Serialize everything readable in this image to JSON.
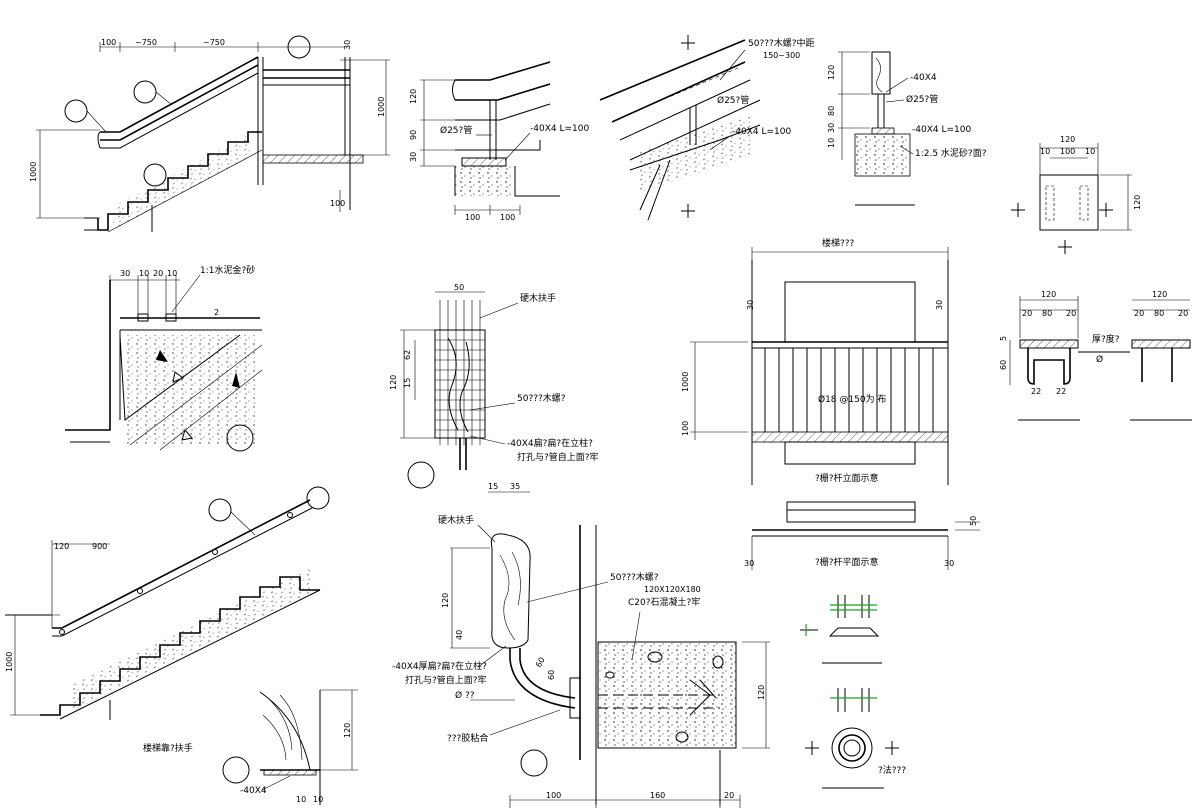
{
  "dim_labels": {
    "d100_top": "100",
    "d750a": "~750",
    "d750b": "~750",
    "d1000_left": "1000",
    "d1000_rail": "1000",
    "d30_top": "30",
    "d100_bot": "100",
    "d120": "120",
    "d90": "90",
    "d30": "30",
    "d100a": "100",
    "d100b": "100",
    "d150_300": "150~300",
    "d80": "80",
    "d10": "10",
    "d30b": "30",
    "p120": "120",
    "p10a": "10",
    "p100": "100",
    "p10b": "10",
    "p120v": "120",
    "s30": "30",
    "s10a": "10",
    "s20": "20",
    "s10b": "10",
    "s2": "2",
    "w50": "50",
    "w120": "120",
    "w62": "62",
    "w15": "15",
    "e30a": "30",
    "e30b": "30",
    "e1000": "1000",
    "e100": "100",
    "c120a": "120",
    "c20a": "20",
    "c80a": "80",
    "c20b": "20",
    "c120b": "120",
    "c20c": "20",
    "c80b": "80",
    "c20d": "20",
    "c5": "5",
    "c60": "60",
    "c22a": "22",
    "c22b": "22",
    "f120": "120",
    "f900": "900",
    "f1000": "1000",
    "h15": "15",
    "h35": "35",
    "h120": "120",
    "h40": "40",
    "h60": "60",
    "h60b": "60",
    "h120x120x180": "120X120X180",
    "h120v": "120",
    "h100": "100",
    "h160": "160",
    "h20": "20",
    "pl30a": "30",
    "pl30b": "30",
    "pl50": "50",
    "b120": "120",
    "b10a": "10",
    "b10b": "10"
  },
  "notes": {
    "wood_screw_mid": "50???木螺?中距",
    "flat_bar_a": "-40X4",
    "pipe25_a": "Ø25?管",
    "flat_bar_L100_a": "-40X4  L=100",
    "pipe25_b": "Ø25?管",
    "flat_bar_L100_b": "-40X4  L=100",
    "flat_bar_b": "-40X4",
    "pipe25_c": "Ø25?管",
    "flat_bar_L100_c": "-40X4  L=100",
    "mortar_cover": "1:2.5 水泥砂?面?",
    "cement_sand": "1:1水泥金?砂",
    "hardwood_handrail_a": "硬木扶手",
    "wood_screw_a": "50???木螺?",
    "flat_bar_weld": "-40X4扁?扁?在立柱?",
    "drill_holes": "打孔与?管自上面?牢",
    "baluster_label": "Ø18 @150为  布",
    "stair_width_label": "楼梯???",
    "hardwood_handrail_b": "硬木扶手",
    "wood_screw_b": "50???木螺?",
    "concrete_block": "C20?石混凝土?牢",
    "flat_bar_weld_b": "-40X4厚扁?扁?在立柱?",
    "drill_holes_b": "打孔与?管自上面?牢",
    "phi_note": "Ø   ??",
    "glue_note": "???胶粘合",
    "flat_bar_bottom": "-40X4",
    "thickness_note": "厚?度?",
    "phi_symbol": "Ø"
  },
  "captions": {
    "rail_elevation": "?栅?杆立面示意",
    "rail_plan": "?栅?杆平面示意",
    "stair_wall_handrail": "楼梯靠?扶手",
    "detail_note": "?法???"
  }
}
